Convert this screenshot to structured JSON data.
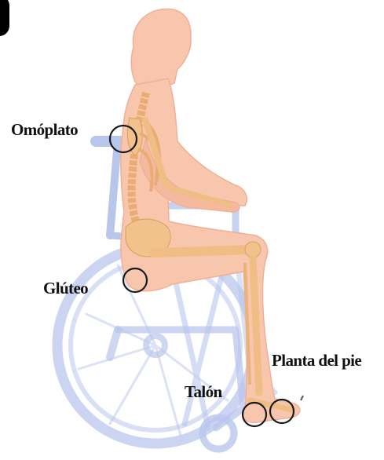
{
  "colors": {
    "skin": "#f8c6ad",
    "bone": "#f2c28c",
    "wheelchair": "#b9c6ec",
    "marker": "#1a1a1a"
  },
  "labels": {
    "omoplato": "Omóplato",
    "gluteo": "Glúteo",
    "planta": "Planta del  pie",
    "talon": "Talón"
  }
}
